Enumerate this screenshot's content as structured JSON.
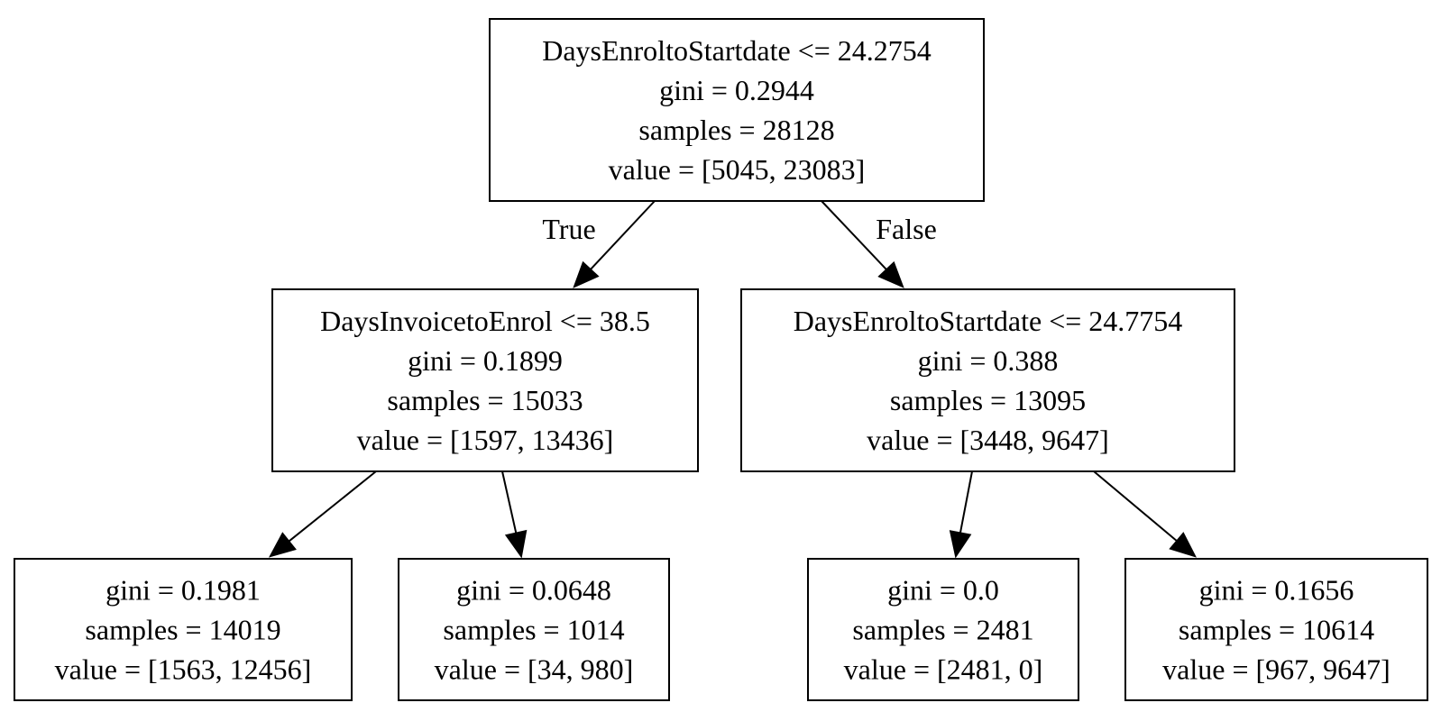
{
  "tree": {
    "nodes": [
      {
        "id": "n0",
        "lines": [
          "DaysEnroltoStartdate <= 24.2754",
          "gini = 0.2944",
          "samples = 28128",
          "value = [5045, 23083]"
        ]
      },
      {
        "id": "n1",
        "lines": [
          "DaysInvoicetoEnrol <= 38.5",
          "gini = 0.1899",
          "samples = 15033",
          "value = [1597, 13436]"
        ]
      },
      {
        "id": "n2",
        "lines": [
          "DaysEnroltoStartdate <= 24.7754",
          "gini = 0.388",
          "samples = 13095",
          "value = [3448, 9647]"
        ]
      },
      {
        "id": "n3",
        "lines": [
          "gini = 0.1981",
          "samples = 14019",
          "value = [1563, 12456]"
        ]
      },
      {
        "id": "n4",
        "lines": [
          "gini = 0.0648",
          "samples = 1014",
          "value = [34, 980]"
        ]
      },
      {
        "id": "n5",
        "lines": [
          "gini = 0.0",
          "samples = 2481",
          "value = [2481, 0]"
        ]
      },
      {
        "id": "n6",
        "lines": [
          "gini = 0.1656",
          "samples = 10614",
          "value = [967, 9647]"
        ]
      }
    ],
    "edges": [
      {
        "from": "n0",
        "to": "n1",
        "label": "True"
      },
      {
        "from": "n0",
        "to": "n2",
        "label": "False"
      },
      {
        "from": "n1",
        "to": "n3",
        "label": ""
      },
      {
        "from": "n1",
        "to": "n4",
        "label": ""
      },
      {
        "from": "n2",
        "to": "n5",
        "label": ""
      },
      {
        "from": "n2",
        "to": "n6",
        "label": ""
      }
    ]
  }
}
